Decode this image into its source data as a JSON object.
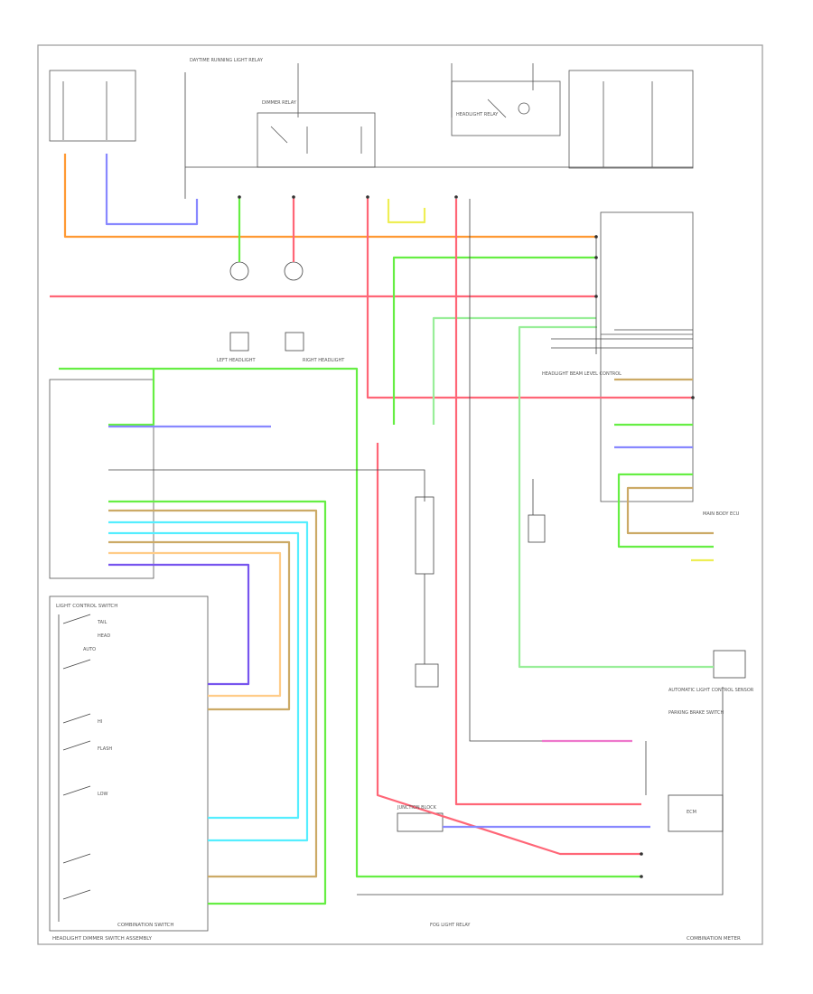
{
  "diagram": {
    "labels": {
      "light_control_switch": "LIGHT CONTROL SWITCH",
      "headlight_dimmer_switch_assembly": "HEADLIGHT DIMMER SWITCH ASSEMBLY",
      "combination_meter": "COMBINATION METER",
      "combination_switch": "COMBINATION SWITCH",
      "sw_tail": "TAIL",
      "sw_head": "HEAD",
      "sw_auto": "AUTO",
      "sw_hi": "HI",
      "sw_flash": "FLASH",
      "sw_low": "LOW",
      "right_headlight": "RIGHT HEADLIGHT",
      "left_headlight": "LEFT HEADLIGHT",
      "daytime_running_light_relay": "DAYTIME RUNNING LIGHT RELAY",
      "headlight_relay": "HEADLIGHT RELAY",
      "dimmer_relay": "DIMMER RELAY",
      "main_body_ecu": "MAIN BODY ECU",
      "headlight_beam_level_control": "HEADLIGHT BEAM LEVEL CONTROL",
      "automatic_light_control_sensor": "AUTOMATIC LIGHT CONTROL SENSOR",
      "parking_brake_switch": "PARKING BRAKE SWITCH",
      "fog_light_relay": "FOG LIGHT RELAY",
      "ecm": "ECM",
      "junction_block": "JUNCTION BLOCK"
    },
    "wire_colors": {
      "orange": "#ff9933",
      "blue": "#8888ff",
      "green": "#66ee44",
      "red": "#ff6677",
      "yellow": "#eeee55",
      "cyan": "#55eeff",
      "tan": "#ccaa66",
      "pink": "#ee77cc",
      "purple": "#7755ee",
      "light_green": "#99ee99",
      "black": "#333333"
    }
  }
}
